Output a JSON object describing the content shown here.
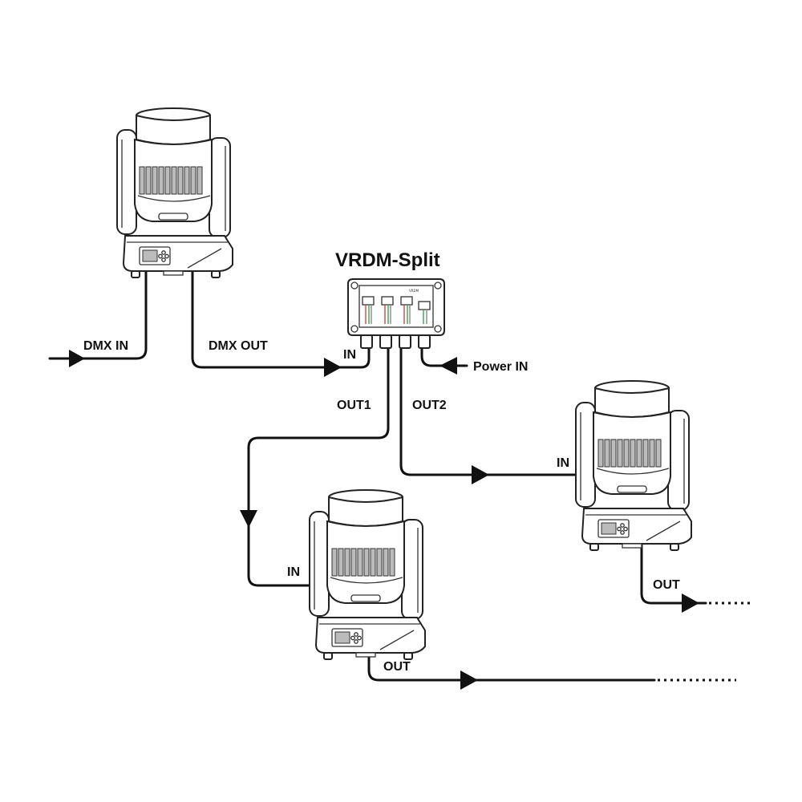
{
  "diagram": {
    "title": "VRDM-Split",
    "labels": {
      "dmx_in": "DMX IN",
      "dmx_out": "DMX OUT",
      "splitter_in": "IN",
      "power_in": "Power IN",
      "out1": "OUT1",
      "out2": "OUT2",
      "fixture_right_in": "IN",
      "fixture_right_out": "OUT",
      "fixture_bottom_in": "IN",
      "fixture_bottom_out": "OUT"
    }
  },
  "colors": {
    "line": "#111111",
    "splitter_wire_red": "#d04545",
    "splitter_wire_green": "#3f9f55",
    "splitter_wire_grey": "#888888"
  }
}
